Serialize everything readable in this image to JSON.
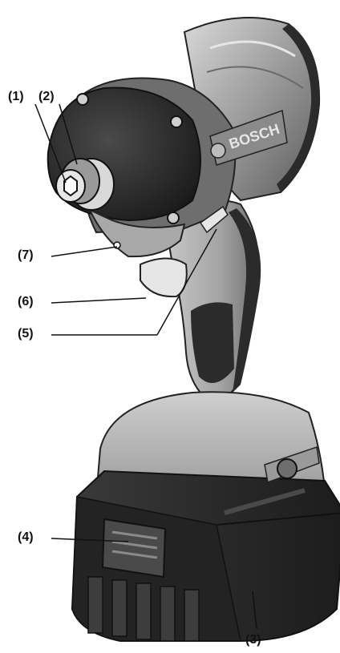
{
  "brand_text": "BOSCH",
  "callouts": {
    "c1": "(1)",
    "c2": "(2)",
    "c3": "(3)",
    "c4": "(4)",
    "c5": "(5)",
    "c6": "(6)",
    "c7": "(7)"
  },
  "colors": {
    "body_dark": "#2b2b2b",
    "body_mid": "#7a7a7a",
    "body_light": "#b8b8b8",
    "highlight": "#e6e6e6",
    "leader_line": "#111111"
  }
}
